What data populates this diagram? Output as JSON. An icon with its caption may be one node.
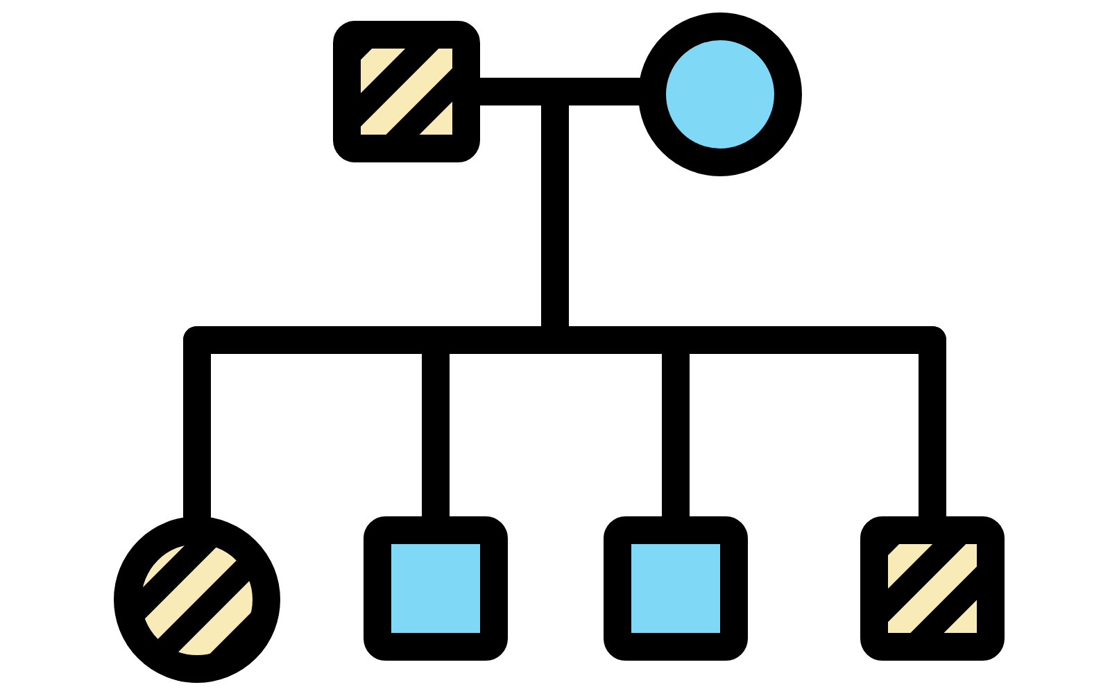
{
  "diagram": {
    "nodes": [
      {
        "text": [],
        "shape": "box"
      },
      {
        "text": [],
        "shape": "circle"
      },
      {
        "text": [],
        "shape": "circle"
      },
      {
        "text": [],
        "shape": "box"
      },
      {
        "text": [],
        "shape": "box"
      },
      {
        "text": [],
        "shape": "box"
      }
    ],
    "edges": [
      {
        "from": 0,
        "to": 1,
        "arrow": "none"
      },
      {
        "from": null,
        "to": 2,
        "arrow": "none"
      },
      {
        "from": null,
        "to": 3,
        "arrow": "none"
      },
      {
        "from": null,
        "to": 4,
        "arrow": "none"
      },
      {
        "from": null,
        "to": 5,
        "arrow": "none"
      }
    ]
  }
}
